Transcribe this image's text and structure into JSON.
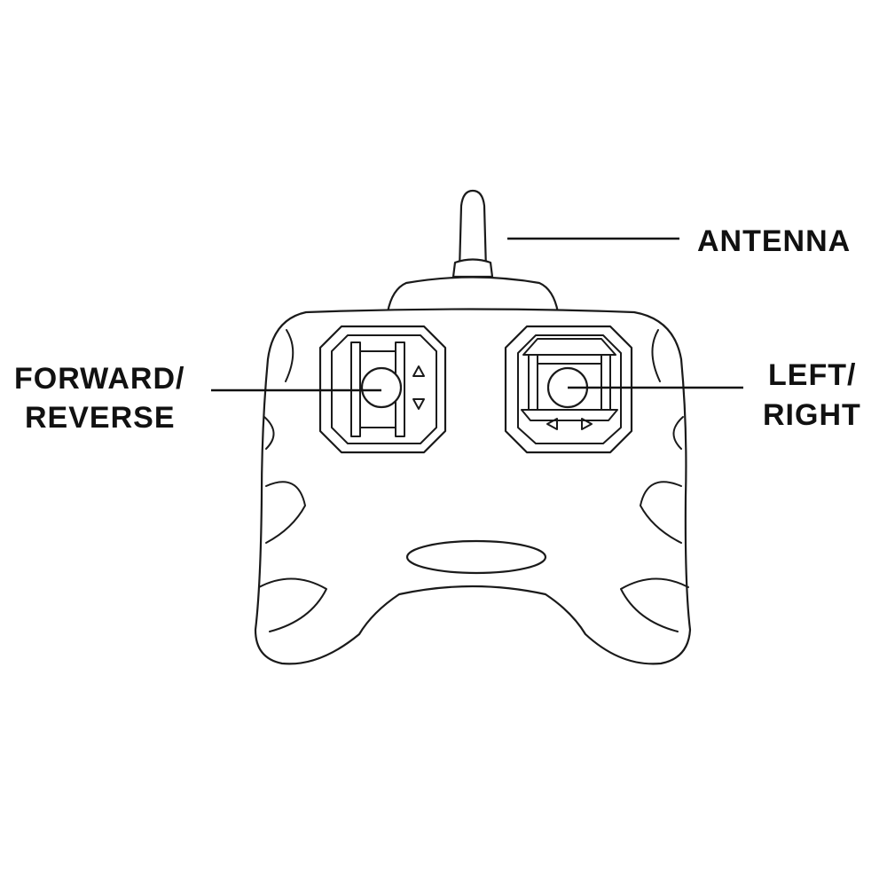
{
  "labels": {
    "antenna": "ANTENNA",
    "forward_line1": "FORWARD/",
    "forward_line2": "REVERSE",
    "left_line1": "LEFT/",
    "left_line2": "RIGHT"
  },
  "colors": {
    "ink": "#1a1a1a",
    "background": "#ffffff"
  },
  "icons": {
    "up": "up-arrow-icon",
    "down": "down-arrow-icon",
    "left": "left-arrow-icon",
    "right": "right-arrow-icon"
  }
}
